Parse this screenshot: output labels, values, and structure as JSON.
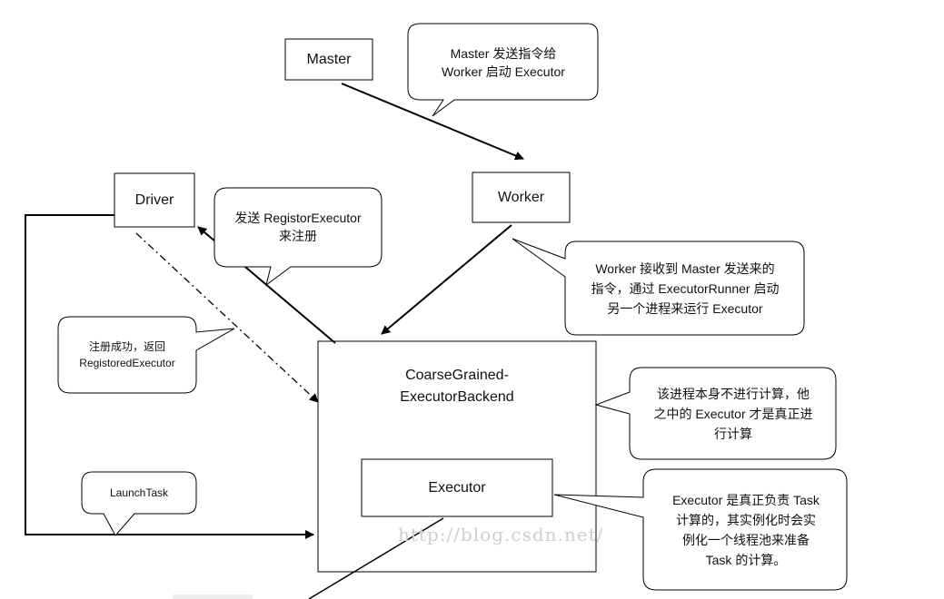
{
  "nodes": {
    "master": "Master",
    "worker": "Worker",
    "driver": "Driver",
    "backend": "CoarseGrained-\nExecutorBackend",
    "executor": "Executor"
  },
  "callouts": {
    "master_cmd": "Master 发送指令给\nWorker 启动 Executor",
    "register": "发送 RegistorExecutor\n来注册",
    "worker_recv": "Worker 接收到 Master 发送来的\n指令，通过 ExecutorRunner 启动\n另一个进程来运行 Executor",
    "registered": "注册成功，返回\nRegistoredExecutor",
    "backend_note": "该进程本身不进行计算，他\n之中的 Executor 才是真正进\n行计算",
    "launch": "LaunchTask",
    "executor_note": "Executor 是真正负责 Task\n计算的，其实例化时会实\n例化一个线程池来准备\nTask 的计算。"
  },
  "watermark": "http://blog.csdn.net/"
}
